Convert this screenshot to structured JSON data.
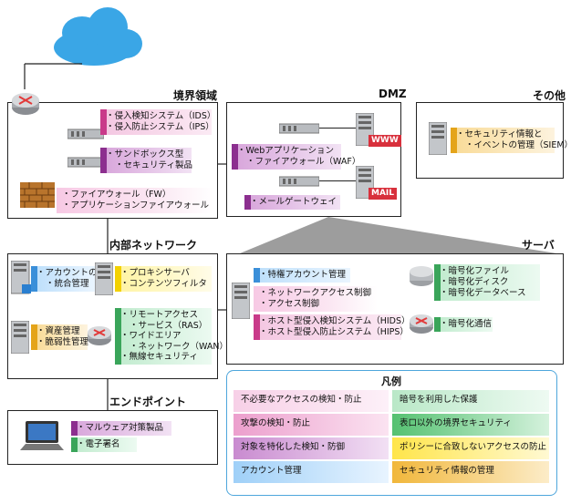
{
  "sections": {
    "perimeter": "境界領域",
    "dmz": "DMZ",
    "other": "その他",
    "internal": "内部ネットワーク",
    "server": "サーバ",
    "endpoint": "エンドポイント",
    "legend": "凡例"
  },
  "perimeter": {
    "ids_ips": [
      "侵入検知システム（IDS）",
      "侵入防止システム（IPS）"
    ],
    "sandbox": [
      "サンドボックス型",
      "セキュリティ製品"
    ],
    "fw": [
      "ファイアウォール（FW）",
      "アプリケーションファイアウォール"
    ]
  },
  "dmz": {
    "waf": [
      "Webアプリケーション",
      "ファイアウォール（WAF）"
    ],
    "mailgw": [
      "メールゲートウェイ"
    ],
    "www_tag": "WWW",
    "mail_tag": "MAIL"
  },
  "other": {
    "siem": [
      "セキュリティ情報と",
      "イベントの管理（SIEM）"
    ]
  },
  "internal": {
    "account": [
      "アカウントの",
      "統合管理"
    ],
    "proxy": [
      "プロキシサーバ",
      "コンテンツフィルタ"
    ],
    "asset": [
      "資産管理",
      "脆弱性管理"
    ],
    "ras": [
      "リモートアクセス",
      "サービス（RAS）"
    ],
    "wan": [
      "ワイドエリア",
      "ネットワーク（WAN）"
    ],
    "wireless": [
      "無線セキュリティ"
    ]
  },
  "server": {
    "priv": [
      "特権アカウント管理"
    ],
    "nac": [
      "ネットワークアクセス制御",
      "アクセス制御"
    ],
    "hids": [
      "ホスト型侵入検知システム（HIDS）",
      "ホスト型侵入防止システム（HIPS）"
    ],
    "enc": [
      "暗号化ファイル",
      "暗号化ディスク",
      "暗号化データベース"
    ],
    "enc_comm": [
      "暗号化通信"
    ]
  },
  "endpoint": {
    "malware": [
      "マルウェア対策製品"
    ],
    "sig": [
      "電子署名"
    ]
  },
  "legend": [
    {
      "label": "不必要なアクセスの検知・防止",
      "style": "lg-pink-l"
    },
    {
      "label": "暗号を利用した保護",
      "style": "lg-green"
    },
    {
      "label": "攻撃の検知・防止",
      "style": "lg-pink"
    },
    {
      "label": "表口以外の境界セキュリティ",
      "style": "lg-green2"
    },
    {
      "label": "対象を特化した検知・防御",
      "style": "lg-purple"
    },
    {
      "label": "ポリシーに合致しないアクセスの防止",
      "style": "lg-yellow"
    },
    {
      "label": "アカウント管理",
      "style": "lg-blue"
    },
    {
      "label": "セキュリティ情報の管理",
      "style": "lg-orange"
    }
  ]
}
